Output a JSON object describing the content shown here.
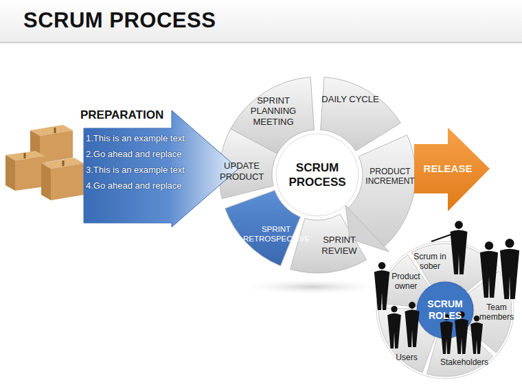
{
  "diagram": {
    "title": "SCRUM PROCESS",
    "nodes": [
      {
        "text": [
          "PREPARATION",
          "1.This is an example text.",
          "2.Go ahead and replace",
          "3.This is an example text",
          "4.Go ahead and replace"
        ]
      },
      {
        "text": [
          "SPRINT PLANNING MEETING"
        ]
      },
      {
        "text": [
          "DAILY CYCLE"
        ]
      },
      {
        "text": [
          "UPDATE PRODUCT"
        ]
      },
      {
        "text": [
          "SCRUM PROCESS"
        ]
      },
      {
        "text": [
          "PRODUCT INCREMENT"
        ]
      },
      {
        "text": [
          "RELEASE"
        ]
      },
      {
        "text": [
          "SPRINT RETROSPECTIVE"
        ]
      },
      {
        "text": [
          "SPRINT REVIEW"
        ]
      },
      {
        "text": [
          "Scrum in sober"
        ]
      },
      {
        "text": [
          "Product owner"
        ]
      },
      {
        "text": [
          "SCRUM ROLES"
        ]
      },
      {
        "text": [
          "Team members"
        ]
      },
      {
        "text": [
          "Users"
        ]
      },
      {
        "text": [
          "Stakeholders"
        ]
      }
    ]
  }
}
